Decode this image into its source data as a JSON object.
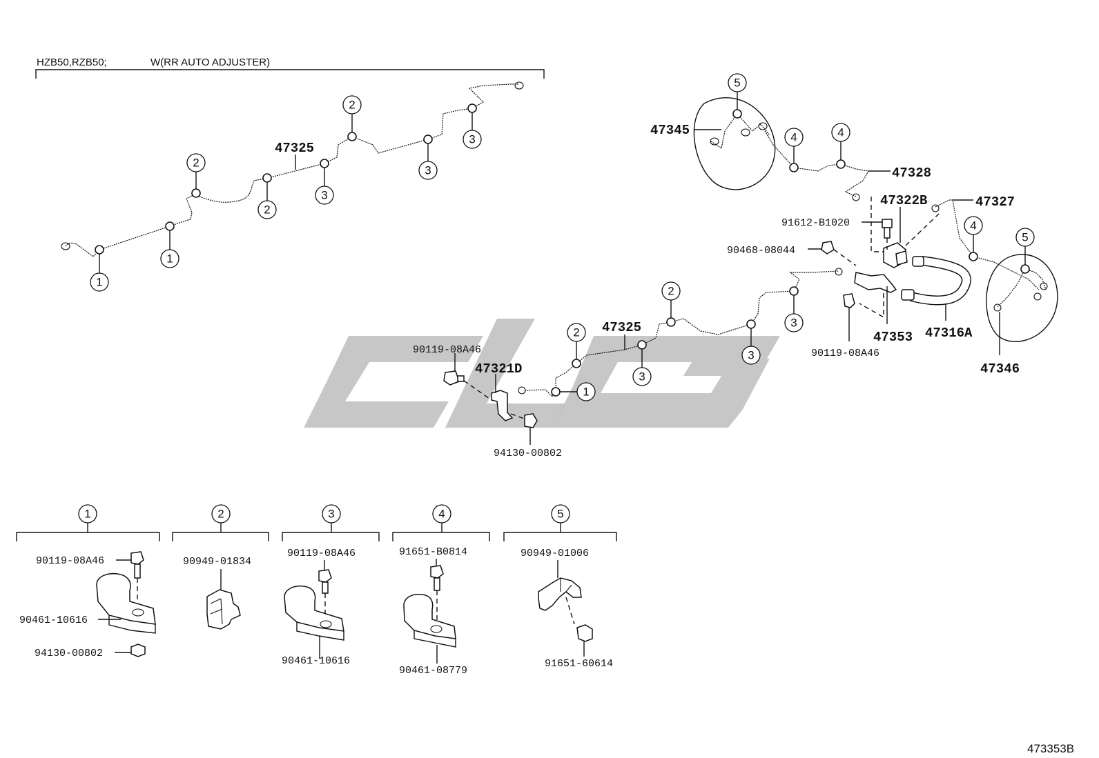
{
  "header": {
    "model_text": "HZB50,RZB50;",
    "condition_text": "W(RR  AUTO ADJUSTER)"
  },
  "diagram_id": "473353B",
  "callouts": {
    "c1": "1",
    "c2": "2",
    "c3": "3",
    "c4": "4",
    "c5": "5"
  },
  "parts": {
    "p47325_top": "47325",
    "p47325_mid": "47325",
    "p47345": "47345",
    "p47328": "47328",
    "p47322B": "47322B",
    "p47327": "47327",
    "p91612_B1020": "91612-B1020",
    "p90468_08044": "90468-08044",
    "p47353": "47353",
    "p47316A": "47316A",
    "p90119_08A46_right": "90119-08A46",
    "p47346": "47346",
    "p90119_08A46_mid": "90119-08A46",
    "p47321D": "47321D",
    "p94130_00802_mid": "94130-00802"
  },
  "details": [
    {
      "num": "1",
      "labels": [
        "90119-08A46",
        "90461-10616",
        "94130-00802"
      ]
    },
    {
      "num": "2",
      "labels": [
        "90949-01834"
      ]
    },
    {
      "num": "3",
      "labels": [
        "90119-08A46",
        "90461-10616"
      ]
    },
    {
      "num": "4",
      "labels": [
        "91651-B0814",
        "90461-08779"
      ]
    },
    {
      "num": "5",
      "labels": [
        "90949-01006",
        "91651-60614"
      ]
    }
  ],
  "colors": {
    "line": "#111111",
    "watermark": "#bdbdbd",
    "background": "#ffffff"
  }
}
